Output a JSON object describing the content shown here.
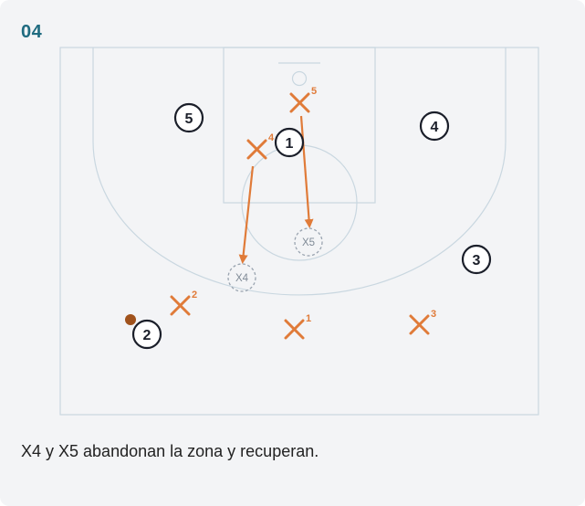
{
  "card": {
    "play_number": "04",
    "caption": "X4 y X5 abandonan la zona y recuperan."
  },
  "colors": {
    "court_lines": "#c9d7e0",
    "card_background": "#f3f4f6",
    "court_background": "#f3f4f6",
    "offense": "#1b1f2a",
    "defense": "#e07b39",
    "ghost": "#9aa4b0",
    "ball": "#a0521c",
    "title": "#1f6b80"
  },
  "offense": [
    {
      "label": "1"
    },
    {
      "label": "2"
    },
    {
      "label": "3"
    },
    {
      "label": "4"
    },
    {
      "label": "5"
    }
  ],
  "defense": [
    {
      "label": "1"
    },
    {
      "label": "2"
    },
    {
      "label": "3"
    },
    {
      "label": "4"
    },
    {
      "label": "5"
    }
  ],
  "ghost_positions": [
    {
      "label": "X4"
    },
    {
      "label": "X5"
    }
  ],
  "movements": [
    {
      "from": "defense-4",
      "to": "X4"
    },
    {
      "from": "defense-5",
      "to": "X5"
    }
  ]
}
